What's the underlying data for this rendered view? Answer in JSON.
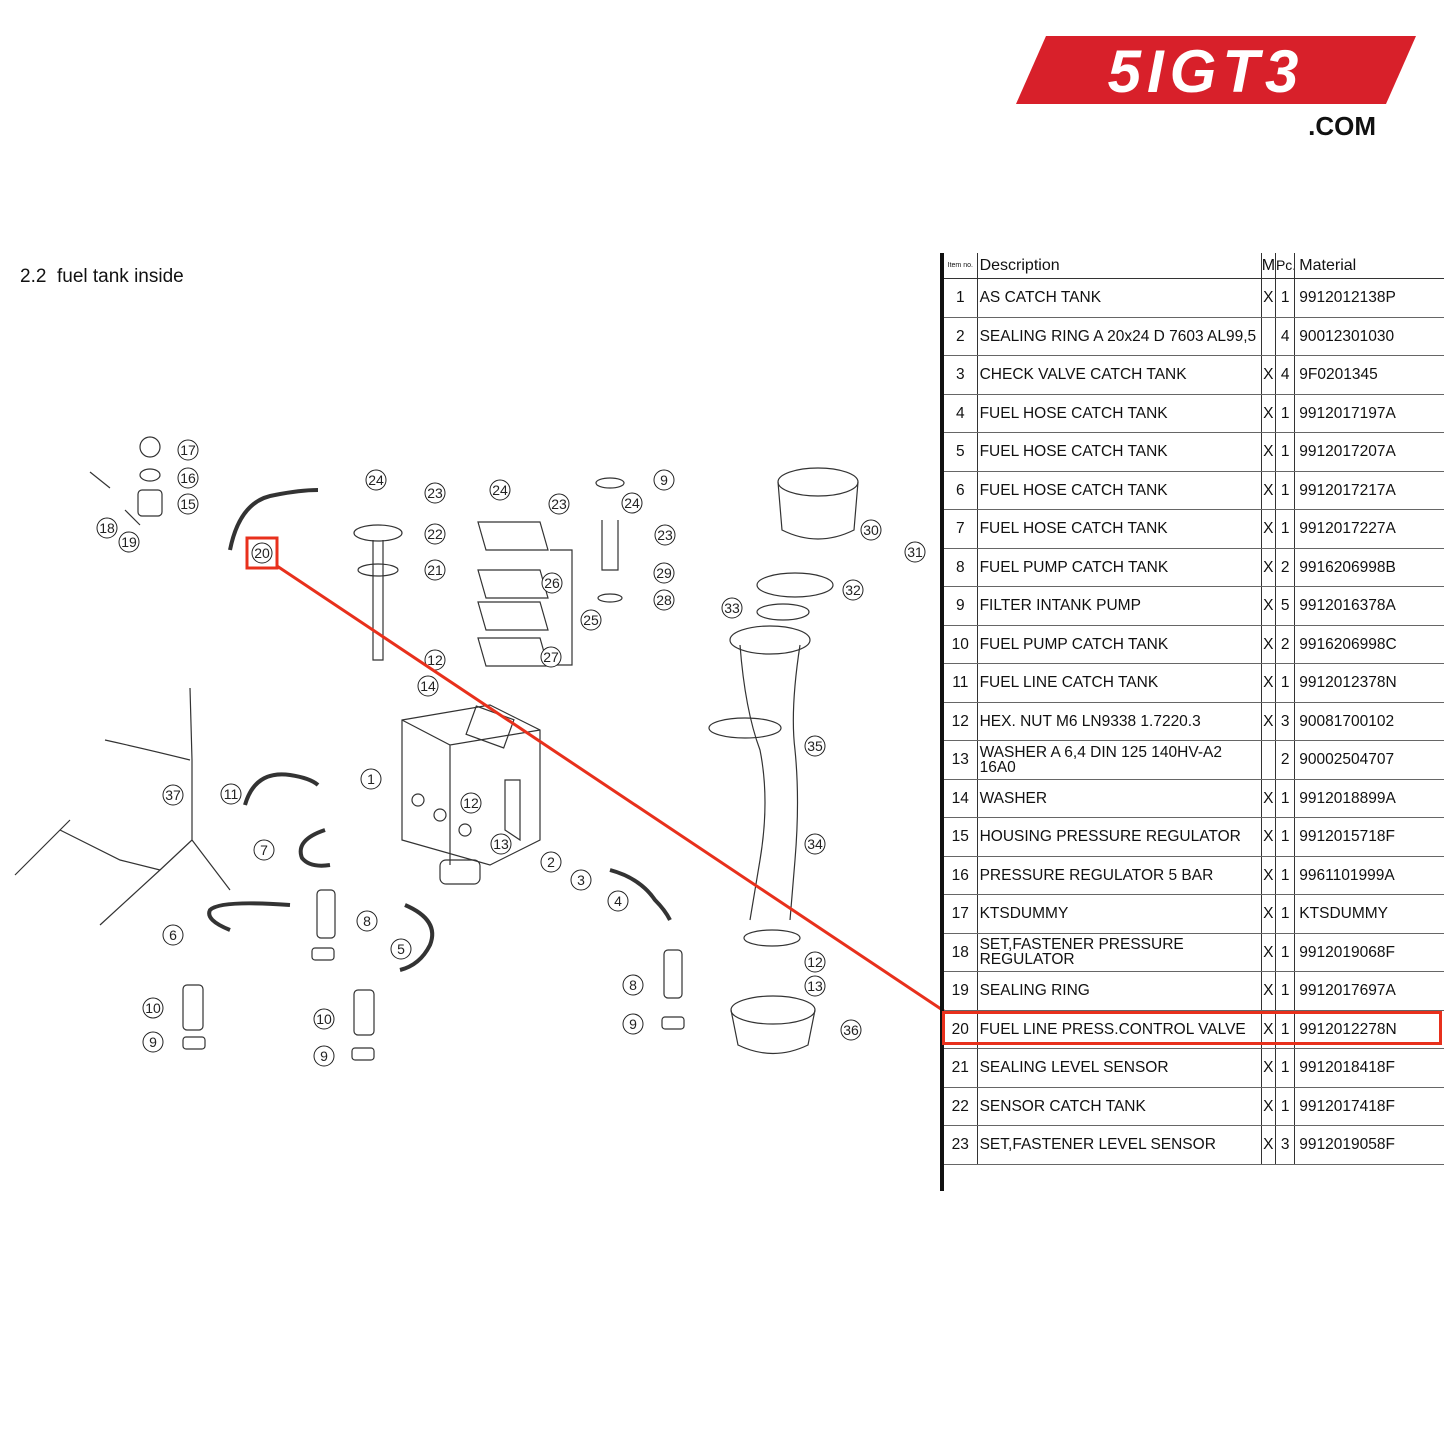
{
  "logo": {
    "text": "5IGT3",
    "suffix": ".COM",
    "brand_color": "#d8202a"
  },
  "section": {
    "number": "2.2",
    "title": "fuel tank inside"
  },
  "highlight_color": "#e8301c",
  "highlighted_item": "20",
  "table": {
    "headers": {
      "item_no": "Item no.",
      "description": "Description",
      "m": "M",
      "pc": "Pc.",
      "material": "Material"
    },
    "rows": [
      {
        "no": "1",
        "description": "AS CATCH TANK",
        "m": "X",
        "pc": "1",
        "material": "9912012138P"
      },
      {
        "no": "2",
        "description": "SEALING RING A 20x24 D 7603 AL99,5",
        "m": "",
        "pc": "4",
        "material": "90012301030"
      },
      {
        "no": "3",
        "description": "CHECK VALVE CATCH TANK",
        "m": "X",
        "pc": "4",
        "material": "9F0201345"
      },
      {
        "no": "4",
        "description": "FUEL HOSE CATCH TANK",
        "m": "X",
        "pc": "1",
        "material": "9912017197A"
      },
      {
        "no": "5",
        "description": "FUEL HOSE CATCH TANK",
        "m": "X",
        "pc": "1",
        "material": "9912017207A"
      },
      {
        "no": "6",
        "description": "FUEL HOSE CATCH TANK",
        "m": "X",
        "pc": "1",
        "material": "9912017217A"
      },
      {
        "no": "7",
        "description": "FUEL HOSE CATCH TANK",
        "m": "X",
        "pc": "1",
        "material": "9912017227A"
      },
      {
        "no": "8",
        "description": "FUEL PUMP CATCH TANK",
        "m": "X",
        "pc": "2",
        "material": "9916206998B"
      },
      {
        "no": "9",
        "description": "FILTER INTANK PUMP",
        "m": "X",
        "pc": "5",
        "material": "9912016378A"
      },
      {
        "no": "10",
        "description": "FUEL PUMP CATCH TANK",
        "m": "X",
        "pc": "2",
        "material": "9916206998C"
      },
      {
        "no": "11",
        "description": "FUEL LINE CATCH TANK",
        "m": "X",
        "pc": "1",
        "material": "9912012378N"
      },
      {
        "no": "12",
        "description": "HEX. NUT M6 LN9338 1.7220.3",
        "m": "X",
        "pc": "3",
        "material": "90081700102"
      },
      {
        "no": "13",
        "description": "WASHER A 6,4 DIN 125 140HV-A2 16A0",
        "m": "",
        "pc": "2",
        "material": "90002504707"
      },
      {
        "no": "14",
        "description": "WASHER",
        "m": "X",
        "pc": "1",
        "material": "9912018899A"
      },
      {
        "no": "15",
        "description": "HOUSING PRESSURE REGULATOR",
        "m": "X",
        "pc": "1",
        "material": "9912015718F"
      },
      {
        "no": "16",
        "description": "PRESSURE REGULATOR 5 BAR",
        "m": "X",
        "pc": "1",
        "material": "9961101999A"
      },
      {
        "no": "17",
        "description": "KTSDUMMY",
        "m": "X",
        "pc": "1",
        "material": "KTSDUMMY"
      },
      {
        "no": "18",
        "description": "SET,FASTENER PRESSURE REGULATOR",
        "m": "X",
        "pc": "1",
        "material": "9912019068F"
      },
      {
        "no": "19",
        "description": "SEALING RING",
        "m": "X",
        "pc": "1",
        "material": "9912017697A"
      },
      {
        "no": "20",
        "description": "FUEL LINE PRESS.CONTROL VALVE",
        "m": "X",
        "pc": "1",
        "material": "9912012278N"
      },
      {
        "no": "21",
        "description": "SEALING LEVEL SENSOR",
        "m": "X",
        "pc": "1",
        "material": "9912018418F"
      },
      {
        "no": "22",
        "description": "SENSOR CATCH TANK",
        "m": "X",
        "pc": "1",
        "material": "9912017418F"
      },
      {
        "no": "23",
        "description": "SET,FASTENER LEVEL SENSOR",
        "m": "X",
        "pc": "3",
        "material": "9912019058F"
      }
    ]
  },
  "diagram": {
    "balloons": [
      "17",
      "16",
      "15",
      "18",
      "19",
      "20",
      "24",
      "23",
      "22",
      "21",
      "24",
      "23",
      "26",
      "25",
      "27",
      "9",
      "24",
      "23",
      "29",
      "28",
      "12",
      "14",
      "30",
      "31",
      "32",
      "33",
      "35",
      "34",
      "37",
      "11",
      "1",
      "12",
      "13",
      "2",
      "3",
      "4",
      "7",
      "8",
      "5",
      "6",
      "10",
      "9",
      "10",
      "9",
      "8",
      "9",
      "12",
      "13",
      "36"
    ]
  }
}
